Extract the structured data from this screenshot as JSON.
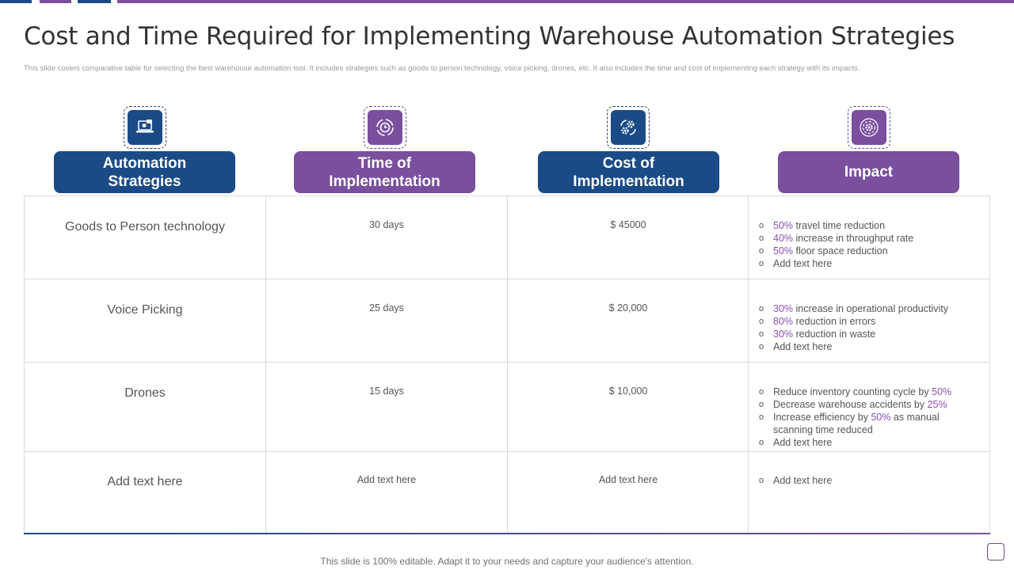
{
  "title": "Cost and Time Required for Implementing Warehouse Automation Strategies",
  "subtitle": "This slide covers comparative table for selecting the best warehouse automation tool. It includes strategies such as goods to person technology, voice picking, drones, etc. It also includes the time and cost of implementing  each strategy with its impacts.",
  "colors": {
    "blue": "#1a4b86",
    "purple": "#7a4f9e",
    "highlight": "#8a4fb0"
  },
  "headers": [
    {
      "line1": "Automation",
      "line2": "Strategies",
      "icon": "laptop-robot-icon",
      "color": "blue"
    },
    {
      "line1": "Time of",
      "line2": "Implementation",
      "icon": "clock-cycle-icon",
      "color": "purple"
    },
    {
      "line1": "Cost of",
      "line2": "Implementation",
      "icon": "gears-arrows-icon",
      "color": "blue"
    },
    {
      "line1": "Impact",
      "line2": "",
      "icon": "gear-orbit-icon",
      "color": "purple"
    }
  ],
  "rows": [
    {
      "strategy": "Goods to Person technology",
      "time": "30 days",
      "cost": "$ 45000",
      "impacts": [
        {
          "pre": "",
          "hl": "50%",
          "post": " travel  time reduction"
        },
        {
          "pre": "",
          "hl": "40%",
          "post": " increase  in throughput  rate"
        },
        {
          "pre": "",
          "hl": "50%",
          "post": " floor  space reduction"
        },
        {
          "pre": " Add text here",
          "hl": "",
          "post": ""
        }
      ]
    },
    {
      "strategy": "Voice Picking",
      "time": "25 days",
      "cost": "$ 20,000",
      "impacts": [
        {
          "pre": "",
          "hl": "30%",
          "post": " increase  in operational  productivity"
        },
        {
          "pre": "",
          "hl": "80%",
          "post": " reduction  in errors"
        },
        {
          "pre": "",
          "hl": "30%",
          "post": " reduction  in waste"
        },
        {
          "pre": "Add text here",
          "hl": "",
          "post": ""
        }
      ]
    },
    {
      "strategy": "Drones",
      "time": "15 days",
      "cost": "$ 10,000",
      "impacts": [
        {
          "pre": "Reduce  inventory  counting cycle by ",
          "hl": "50%",
          "post": ""
        },
        {
          "pre": "Decrease  warehouse  accidents by ",
          "hl": "25%",
          "post": ""
        },
        {
          "pre": "Increase  efficiency  by ",
          "hl": "50%",
          "post": " as manual scanning time reduced"
        },
        {
          "pre": "Add text here",
          "hl": "",
          "post": ""
        }
      ]
    },
    {
      "strategy": "Add text  here",
      "time": "Add text here",
      "cost": "Add text here",
      "impacts": [
        {
          "pre": "Add text here",
          "hl": "",
          "post": ""
        }
      ]
    }
  ],
  "bullet": "o",
  "footer": "This slide is 100% editable. Adapt it to your needs and capture your audience's attention."
}
